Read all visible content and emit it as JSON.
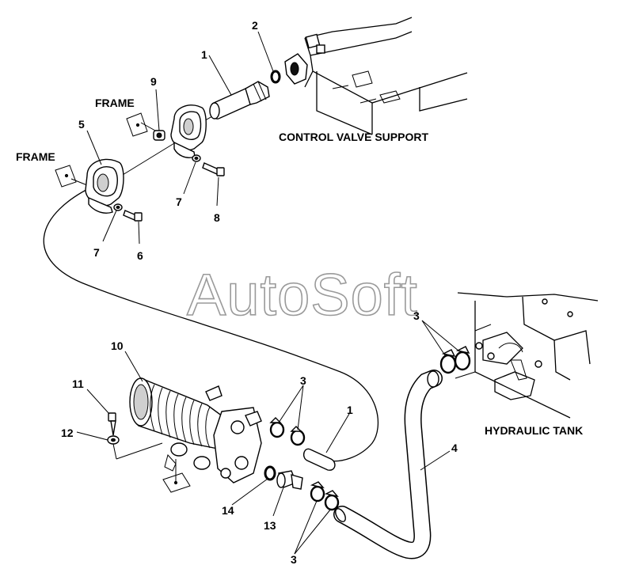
{
  "labels": {
    "frame_upper": "FRAME",
    "frame_left": "FRAME",
    "control_valve_support": "CONTROL VALVE SUPPORT",
    "hydraulic_tank": "HYDRAULIC TANK",
    "watermark": "AutoSoft"
  },
  "callouts": {
    "n1_top": "1",
    "n2": "2",
    "n9": "9",
    "n5": "5",
    "n7_upper": "7",
    "n8": "8",
    "n7_lower": "7",
    "n6": "6",
    "n3_tank": "3",
    "n10": "10",
    "n11": "11",
    "n12": "12",
    "n3_pump": "3",
    "n1_lower": "1",
    "n4": "4",
    "n14": "14",
    "n13": "13",
    "n3_bottom": "3"
  }
}
